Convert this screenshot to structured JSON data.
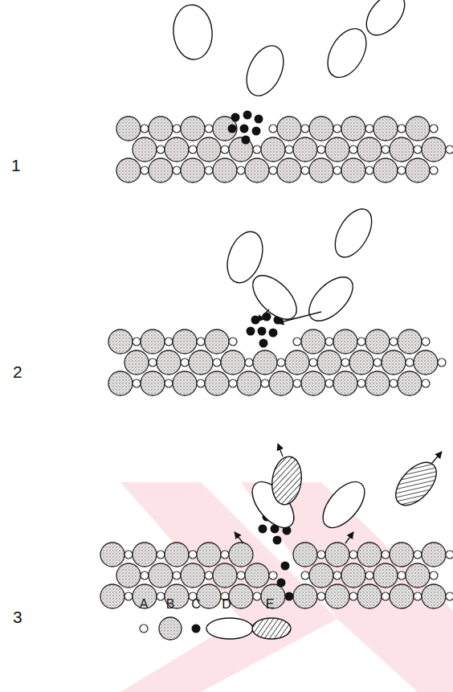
{
  "diagram": {
    "labels": [
      "1",
      "2",
      "3"
    ],
    "legend": [
      {
        "text": "A"
      },
      {
        "text": "B"
      },
      {
        "text": "C"
      },
      {
        "text": "D"
      },
      {
        "text": "E"
      }
    ]
  }
}
